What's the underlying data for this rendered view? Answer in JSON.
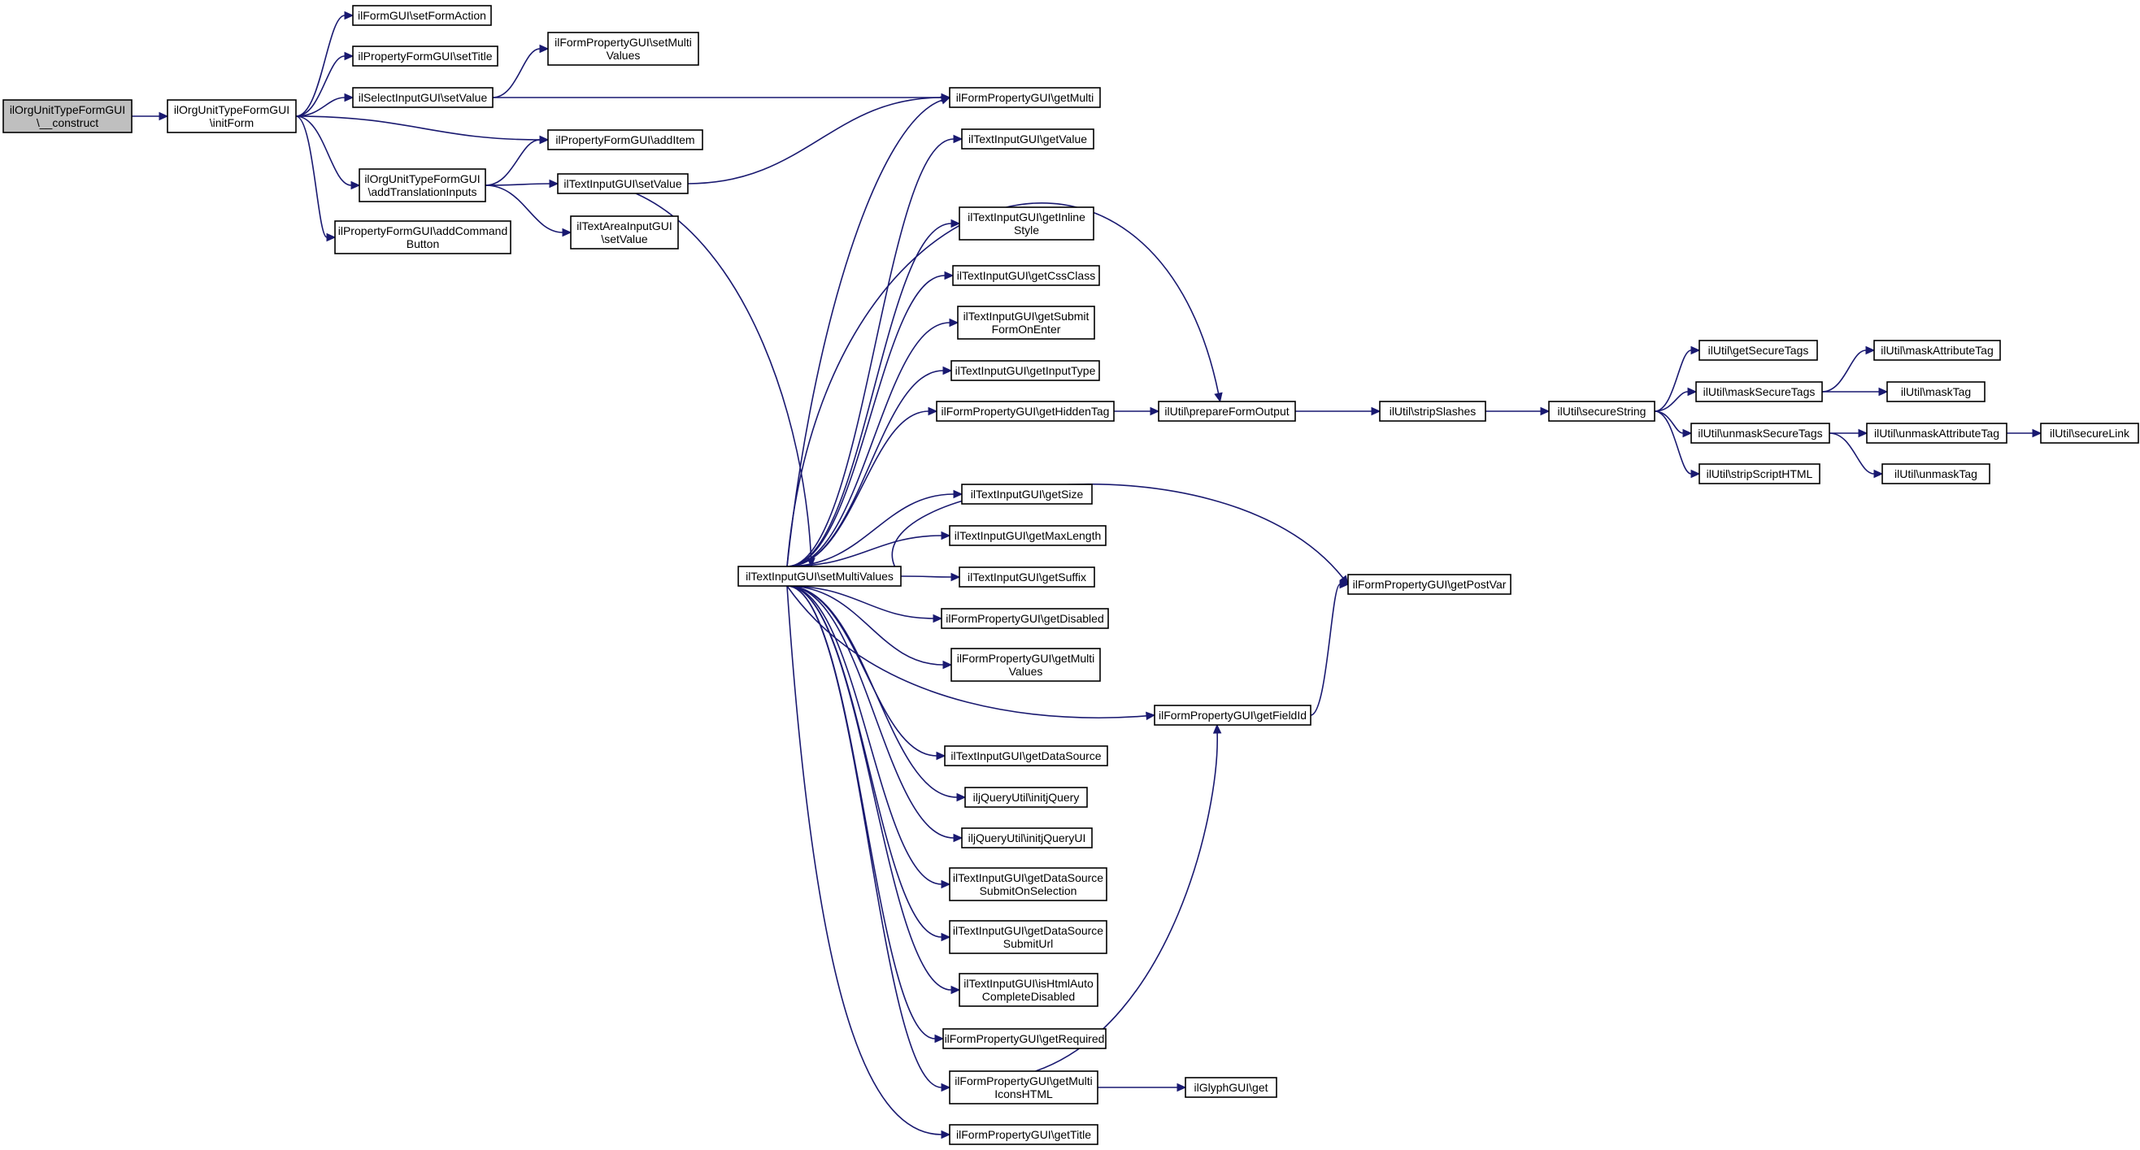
{
  "nodes": [
    {
      "id": "construct",
      "lines": [
        "ilOrgUnitTypeFormGUI",
        "\\__construct"
      ]
    },
    {
      "id": "initForm",
      "lines": [
        "ilOrgUnitTypeFormGUI",
        "\\initForm"
      ]
    },
    {
      "id": "setFormAction",
      "lines": [
        "ilFormGUI\\setFormAction"
      ]
    },
    {
      "id": "setTitle",
      "lines": [
        "ilPropertyFormGUI\\setTitle"
      ]
    },
    {
      "id": "selSetValue",
      "lines": [
        "ilSelectInputGUI\\setValue"
      ]
    },
    {
      "id": "setMultiValuesTop",
      "lines": [
        "ilFormPropertyGUI\\setMulti",
        "Values"
      ]
    },
    {
      "id": "addItem",
      "lines": [
        "ilPropertyFormGUI\\addItem"
      ]
    },
    {
      "id": "addTranslationInputs",
      "lines": [
        "ilOrgUnitTypeFormGUI",
        "\\addTranslationInputs"
      ]
    },
    {
      "id": "addCommandButton",
      "lines": [
        "ilPropertyFormGUI\\addCommand",
        "Button"
      ]
    },
    {
      "id": "txtSetValue",
      "lines": [
        "ilTextInputGUI\\setValue"
      ]
    },
    {
      "id": "taSetValue",
      "lines": [
        "ilTextAreaInputGUI",
        "\\setValue"
      ]
    },
    {
      "id": "getMulti",
      "lines": [
        "ilFormPropertyGUI\\getMulti"
      ]
    },
    {
      "id": "getValue",
      "lines": [
        "ilTextInputGUI\\getValue"
      ]
    },
    {
      "id": "getInlineStyle",
      "lines": [
        "ilTextInputGUI\\getInline",
        "Style"
      ]
    },
    {
      "id": "getCssClass",
      "lines": [
        "ilTextInputGUI\\getCssClass"
      ]
    },
    {
      "id": "getSubmitFormOnEnter",
      "lines": [
        "ilTextInputGUI\\getSubmit",
        "FormOnEnter"
      ]
    },
    {
      "id": "getInputType",
      "lines": [
        "ilTextInputGUI\\getInputType"
      ]
    },
    {
      "id": "getHiddenTag",
      "lines": [
        "ilFormPropertyGUI\\getHiddenTag"
      ]
    },
    {
      "id": "prepareFormOutput",
      "lines": [
        "ilUtil\\prepareFormOutput"
      ]
    },
    {
      "id": "stripSlashes",
      "lines": [
        "ilUtil\\stripSlashes"
      ]
    },
    {
      "id": "secureString",
      "lines": [
        "ilUtil\\secureString"
      ]
    },
    {
      "id": "getSecureTags",
      "lines": [
        "ilUtil\\getSecureTags"
      ]
    },
    {
      "id": "maskSecureTags",
      "lines": [
        "ilUtil\\maskSecureTags"
      ]
    },
    {
      "id": "unmaskSecureTags",
      "lines": [
        "ilUtil\\unmaskSecureTags"
      ]
    },
    {
      "id": "stripScriptHTML",
      "lines": [
        "ilUtil\\stripScriptHTML"
      ]
    },
    {
      "id": "maskAttributeTag",
      "lines": [
        "ilUtil\\maskAttributeTag"
      ]
    },
    {
      "id": "maskTag",
      "lines": [
        "ilUtil\\maskTag"
      ]
    },
    {
      "id": "unmaskAttributeTag",
      "lines": [
        "ilUtil\\unmaskAttributeTag"
      ]
    },
    {
      "id": "unmaskTag",
      "lines": [
        "ilUtil\\unmaskTag"
      ]
    },
    {
      "id": "secureLink",
      "lines": [
        "ilUtil\\secureLink"
      ]
    },
    {
      "id": "setMultiValues",
      "lines": [
        "ilTextInputGUI\\setMultiValues"
      ]
    },
    {
      "id": "getSize",
      "lines": [
        "ilTextInputGUI\\getSize"
      ]
    },
    {
      "id": "getMaxLength",
      "lines": [
        "ilTextInputGUI\\getMaxLength"
      ]
    },
    {
      "id": "getSuffix",
      "lines": [
        "ilTextInputGUI\\getSuffix"
      ]
    },
    {
      "id": "getDisabled",
      "lines": [
        "ilFormPropertyGUI\\getDisabled"
      ]
    },
    {
      "id": "getMultiValues",
      "lines": [
        "ilFormPropertyGUI\\getMulti",
        "Values"
      ]
    },
    {
      "id": "getPostVar",
      "lines": [
        "ilFormPropertyGUI\\getPostVar"
      ]
    },
    {
      "id": "getFieldId",
      "lines": [
        "ilFormPropertyGUI\\getFieldId"
      ]
    },
    {
      "id": "getDataSource",
      "lines": [
        "ilTextInputGUI\\getDataSource"
      ]
    },
    {
      "id": "initjQuery",
      "lines": [
        "iljQueryUtil\\initjQuery"
      ]
    },
    {
      "id": "initjQueryUI",
      "lines": [
        "iljQueryUtil\\initjQueryUI"
      ]
    },
    {
      "id": "getDSSubmitOnSelection",
      "lines": [
        "ilTextInputGUI\\getDataSource",
        "SubmitOnSelection"
      ]
    },
    {
      "id": "getDSSubmitUrl",
      "lines": [
        "ilTextInputGUI\\getDataSource",
        "SubmitUrl"
      ]
    },
    {
      "id": "isHtmlAutoCompleteDisabled",
      "lines": [
        "ilTextInputGUI\\isHtmlAuto",
        "CompleteDisabled"
      ]
    },
    {
      "id": "getRequired",
      "lines": [
        "ilFormPropertyGUI\\getRequired"
      ]
    },
    {
      "id": "getMultiIconsHTML",
      "lines": [
        "ilFormPropertyGUI\\getMulti",
        "IconsHTML"
      ]
    },
    {
      "id": "glyphGet",
      "lines": [
        "ilGlyphGUI\\get"
      ]
    },
    {
      "id": "getTitle",
      "lines": [
        "ilFormPropertyGUI\\getTitle"
      ]
    }
  ],
  "edges": [
    [
      "construct",
      "initForm"
    ],
    [
      "initForm",
      "setFormAction"
    ],
    [
      "initForm",
      "setTitle"
    ],
    [
      "initForm",
      "selSetValue"
    ],
    [
      "initForm",
      "addItem"
    ],
    [
      "initForm",
      "addTranslationInputs"
    ],
    [
      "initForm",
      "addCommandButton"
    ],
    [
      "selSetValue",
      "setMultiValuesTop"
    ],
    [
      "selSetValue",
      "getMulti"
    ],
    [
      "addTranslationInputs",
      "addItem"
    ],
    [
      "addTranslationInputs",
      "txtSetValue"
    ],
    [
      "addTranslationInputs",
      "taSetValue"
    ],
    [
      "txtSetValue",
      "getMulti"
    ],
    [
      "txtSetValue",
      "setMultiValues"
    ],
    [
      "setMultiValues",
      "getMulti"
    ],
    [
      "setMultiValues",
      "getValue"
    ],
    [
      "setMultiValues",
      "prepareFormOutput"
    ],
    [
      "setMultiValues",
      "getInlineStyle"
    ],
    [
      "setMultiValues",
      "getCssClass"
    ],
    [
      "setMultiValues",
      "getSubmitFormOnEnter"
    ],
    [
      "setMultiValues",
      "getInputType"
    ],
    [
      "setMultiValues",
      "getHiddenTag"
    ],
    [
      "setMultiValues",
      "getPostVar"
    ],
    [
      "setMultiValues",
      "getSize"
    ],
    [
      "setMultiValues",
      "getMaxLength"
    ],
    [
      "setMultiValues",
      "getSuffix"
    ],
    [
      "setMultiValues",
      "getDisabled"
    ],
    [
      "setMultiValues",
      "getMultiValues"
    ],
    [
      "setMultiValues",
      "getFieldId"
    ],
    [
      "setMultiValues",
      "getDataSource"
    ],
    [
      "setMultiValues",
      "initjQuery"
    ],
    [
      "setMultiValues",
      "initjQueryUI"
    ],
    [
      "setMultiValues",
      "getDSSubmitOnSelection"
    ],
    [
      "setMultiValues",
      "getDSSubmitUrl"
    ],
    [
      "setMultiValues",
      "isHtmlAutoCompleteDisabled"
    ],
    [
      "setMultiValues",
      "getRequired"
    ],
    [
      "setMultiValues",
      "getMultiIconsHTML"
    ],
    [
      "setMultiValues",
      "getTitle"
    ],
    [
      "getHiddenTag",
      "prepareFormOutput"
    ],
    [
      "prepareFormOutput",
      "stripSlashes"
    ],
    [
      "stripSlashes",
      "secureString"
    ],
    [
      "secureString",
      "getSecureTags"
    ],
    [
      "secureString",
      "maskSecureTags"
    ],
    [
      "secureString",
      "unmaskSecureTags"
    ],
    [
      "secureString",
      "stripScriptHTML"
    ],
    [
      "maskSecureTags",
      "maskAttributeTag"
    ],
    [
      "maskSecureTags",
      "maskTag"
    ],
    [
      "unmaskSecureTags",
      "unmaskAttributeTag"
    ],
    [
      "unmaskSecureTags",
      "unmaskTag"
    ],
    [
      "unmaskAttributeTag",
      "secureLink"
    ],
    [
      "getFieldId",
      "getPostVar"
    ],
    [
      "getMultiIconsHTML",
      "getFieldId"
    ],
    [
      "getMultiIconsHTML",
      "glyphGet"
    ]
  ]
}
